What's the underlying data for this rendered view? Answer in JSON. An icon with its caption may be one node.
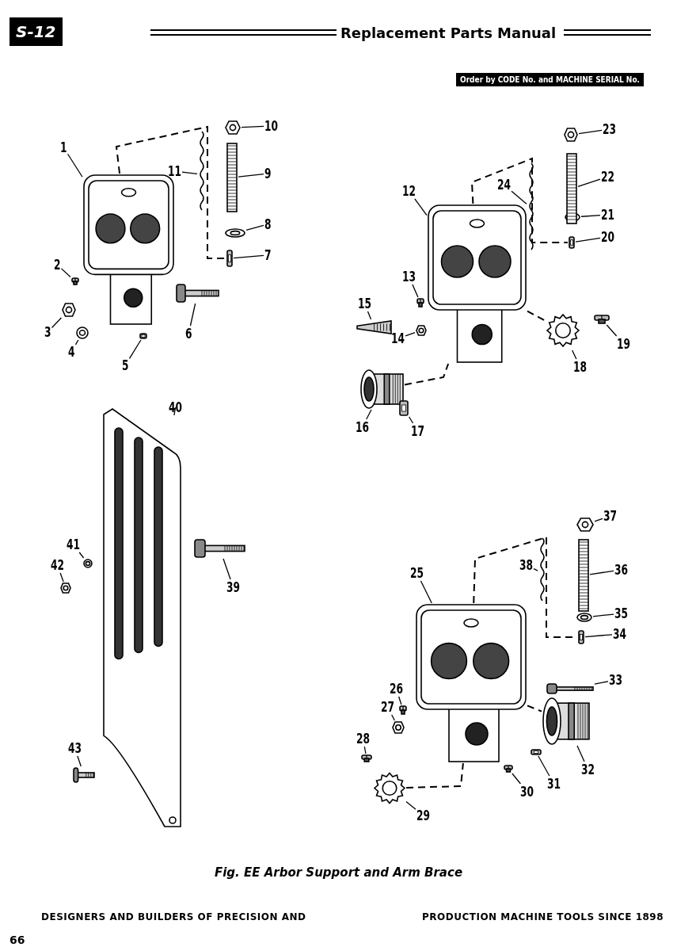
{
  "diagram": {
    "title": "Replacement Parts Manual",
    "caption": "Fig. EE Arbor Support and Arm Brace",
    "nodes": [
      {
        "text": [
          "1"
        ]
      },
      {
        "text": [
          "2"
        ]
      },
      {
        "text": [
          "3"
        ]
      },
      {
        "text": [
          "4"
        ]
      },
      {
        "text": [
          "5"
        ]
      },
      {
        "text": [
          "6"
        ]
      },
      {
        "text": [
          "7"
        ]
      },
      {
        "text": [
          "8"
        ]
      },
      {
        "text": [
          "9"
        ]
      },
      {
        "text": [
          "10"
        ]
      },
      {
        "text": [
          "11"
        ]
      },
      {
        "text": [
          "12"
        ]
      },
      {
        "text": [
          "13"
        ]
      },
      {
        "text": [
          "14"
        ]
      },
      {
        "text": [
          "15"
        ]
      },
      {
        "text": [
          "16"
        ]
      },
      {
        "text": [
          "17"
        ]
      },
      {
        "text": [
          "18"
        ]
      },
      {
        "text": [
          "19"
        ]
      },
      {
        "text": [
          "20"
        ]
      },
      {
        "text": [
          "21"
        ]
      },
      {
        "text": [
          "22"
        ]
      },
      {
        "text": [
          "23"
        ]
      },
      {
        "text": [
          "24"
        ]
      },
      {
        "text": [
          "25"
        ]
      },
      {
        "text": [
          "26"
        ]
      },
      {
        "text": [
          "27"
        ]
      },
      {
        "text": [
          "28"
        ]
      },
      {
        "text": [
          "29"
        ]
      },
      {
        "text": [
          "30"
        ]
      },
      {
        "text": [
          "31"
        ]
      },
      {
        "text": [
          "32"
        ]
      },
      {
        "text": [
          "33"
        ]
      },
      {
        "text": [
          "34"
        ]
      },
      {
        "text": [
          "35"
        ]
      },
      {
        "text": [
          "36"
        ]
      },
      {
        "text": [
          "37"
        ]
      },
      {
        "text": [
          "38"
        ]
      },
      {
        "text": [
          "39"
        ]
      },
      {
        "text": [
          "40"
        ]
      },
      {
        "text": [
          "41"
        ]
      },
      {
        "text": [
          "42"
        ]
      },
      {
        "text": [
          "43"
        ]
      },
      {
        "text": [],
        "shape": "picture"
      },
      {
        "text": [],
        "shape": "picture"
      },
      {
        "text": [],
        "shape": "picture"
      },
      {
        "text": [],
        "shape": "picture"
      },
      {
        "text": [],
        "shape": "picture"
      },
      {
        "text": [],
        "shape": "picture"
      },
      {
        "text": [],
        "shape": "picture"
      },
      {
        "text": [],
        "shape": "picture"
      },
      {
        "text": [],
        "shape": "picture"
      },
      {
        "text": [],
        "shape": "picture"
      },
      {
        "text": [],
        "shape": "picture"
      },
      {
        "text": [],
        "shape": "picture"
      },
      {
        "text": [],
        "shape": "picture"
      },
      {
        "text": [],
        "shape": "picture"
      },
      {
        "text": [],
        "shape": "picture"
      },
      {
        "text": [],
        "shape": "picture"
      },
      {
        "text": [],
        "shape": "picture"
      },
      {
        "text": [],
        "shape": "picture"
      },
      {
        "text": [],
        "shape": "picture"
      },
      {
        "text": [],
        "shape": "picture"
      },
      {
        "text": [],
        "shape": "picture"
      },
      {
        "text": [],
        "shape": "picture"
      },
      {
        "text": [],
        "shape": "picture"
      },
      {
        "text": [],
        "shape": "picture"
      },
      {
        "text": [],
        "shape": "picture"
      },
      {
        "text": [],
        "shape": "picture"
      },
      {
        "text": [],
        "shape": "picture"
      },
      {
        "text": [],
        "shape": "picture"
      },
      {
        "text": [],
        "shape": "picture"
      },
      {
        "text": [],
        "shape": "picture"
      },
      {
        "text": [],
        "shape": "picture"
      },
      {
        "text": [],
        "shape": "picture"
      },
      {
        "text": [],
        "shape": "picture"
      },
      {
        "text": [],
        "shape": "picture"
      },
      {
        "text": [],
        "shape": "picture"
      },
      {
        "text": [],
        "shape": "picture"
      },
      {
        "text": [],
        "shape": "picture"
      },
      {
        "text": [],
        "shape": "picture"
      },
      {
        "text": [],
        "shape": "picture"
      },
      {
        "text": [],
        "shape": "picture"
      },
      {
        "text": [],
        "shape": "picture"
      },
      {
        "text": [],
        "shape": "picture"
      },
      {
        "text": [],
        "shape": "picture"
      }
    ],
    "edges": [
      {
        "from": 0,
        "to": 43,
        "arrow": "none"
      },
      {
        "from": 1,
        "to": 44,
        "arrow": "none"
      },
      {
        "from": 2,
        "to": 45,
        "arrow": "none"
      },
      {
        "from": 3,
        "to": 46,
        "arrow": "none"
      },
      {
        "from": 4,
        "to": 47,
        "arrow": "none"
      },
      {
        "from": 5,
        "to": 48,
        "arrow": "none"
      },
      {
        "from": 6,
        "to": 49,
        "arrow": "none"
      },
      {
        "from": 7,
        "to": 50,
        "arrow": "none"
      },
      {
        "from": 8,
        "to": 51,
        "arrow": "none"
      },
      {
        "from": 9,
        "to": 52,
        "arrow": "none"
      },
      {
        "from": 10,
        "to": 53,
        "arrow": "none"
      },
      {
        "from": 11,
        "to": 54,
        "arrow": "none"
      },
      {
        "from": 12,
        "to": 55,
        "arrow": "none"
      },
      {
        "from": 13,
        "to": 56,
        "arrow": "none"
      },
      {
        "from": 14,
        "to": 57,
        "arrow": "none"
      },
      {
        "from": 15,
        "to": 58,
        "arrow": "none"
      },
      {
        "from": 16,
        "to": 59,
        "arrow": "none"
      },
      {
        "from": 17,
        "to": 60,
        "arrow": "none"
      },
      {
        "from": 18,
        "to": 61,
        "arrow": "none"
      },
      {
        "from": 19,
        "to": 62,
        "arrow": "none"
      },
      {
        "from": 20,
        "to": 63,
        "arrow": "none"
      },
      {
        "from": 21,
        "to": 64,
        "arrow": "none"
      },
      {
        "from": 22,
        "to": 65,
        "arrow": "none"
      },
      {
        "from": 23,
        "to": 66,
        "arrow": "none"
      },
      {
        "from": 24,
        "to": 67,
        "arrow": "none"
      },
      {
        "from": 25,
        "to": 68,
        "arrow": "none"
      },
      {
        "from": 26,
        "to": 69,
        "arrow": "none"
      },
      {
        "from": 27,
        "to": 70,
        "arrow": "none"
      },
      {
        "from": 28,
        "to": 71,
        "arrow": "none"
      },
      {
        "from": 29,
        "to": 72,
        "arrow": "none"
      },
      {
        "from": 30,
        "to": 73,
        "arrow": "none"
      },
      {
        "from": 31,
        "to": 74,
        "arrow": "none"
      },
      {
        "from": 32,
        "to": 75,
        "arrow": "none"
      },
      {
        "from": 33,
        "to": 76,
        "arrow": "none"
      },
      {
        "from": 34,
        "to": 77,
        "arrow": "none"
      },
      {
        "from": 35,
        "to": 78,
        "arrow": "none"
      },
      {
        "from": 36,
        "to": 79,
        "arrow": "none"
      },
      {
        "from": 37,
        "to": 80,
        "arrow": "none"
      },
      {
        "from": 38,
        "to": 81,
        "arrow": "none"
      },
      {
        "from": 39,
        "to": 82,
        "arrow": "none"
      },
      {
        "from": 40,
        "to": 83,
        "arrow": "none"
      },
      {
        "from": 41,
        "to": 84,
        "arrow": "none"
      },
      {
        "from": 42,
        "to": 85,
        "arrow": "none"
      },
      {
        "from": 43,
        "to": 49,
        "arrow": "none",
        "style": "dashed"
      },
      {
        "from": 54,
        "to": 62,
        "arrow": "none",
        "style": "dashed"
      },
      {
        "from": 67,
        "to": 76,
        "arrow": "none",
        "style": "dashed"
      },
      {
        "from": 58,
        "to": 54,
        "arrow": "none",
        "style": "dashed"
      },
      {
        "from": 54,
        "to": 60,
        "arrow": "none",
        "style": "dashed"
      },
      {
        "from": 71,
        "to": 67,
        "arrow": "none",
        "style": "dashed"
      },
      {
        "from": 67,
        "to": 74,
        "arrow": "none",
        "style": "dashed"
      }
    ],
    "labels": [
      "S-12",
      "Order by CODE No. and MACHINE SERIAL No.",
      "DESIGNERS AND BUILDERS OF PRECISION AND",
      "PRODUCTION MACHINE TOOLS SINCE 1898",
      "66"
    ]
  }
}
